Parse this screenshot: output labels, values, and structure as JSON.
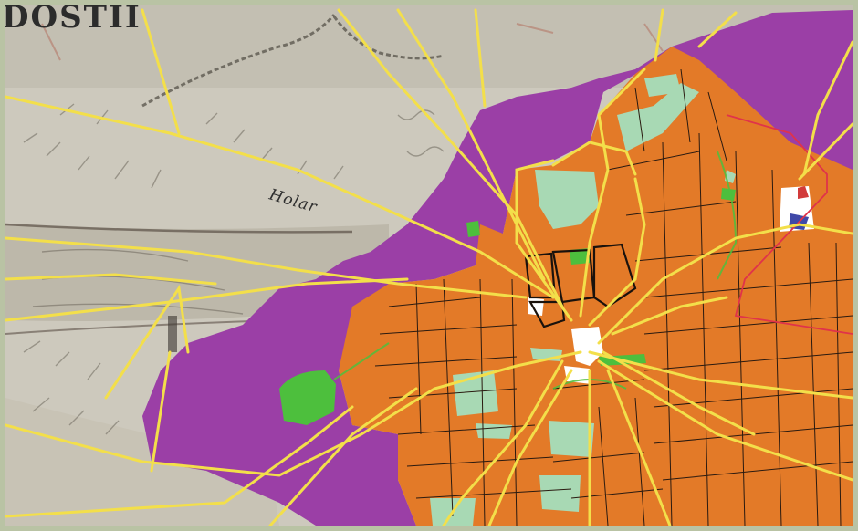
{
  "map": {
    "base_labels": [
      {
        "id": "title-fragment",
        "text": "DOSTII"
      },
      {
        "id": "place-fragment",
        "text": "Holar"
      }
    ],
    "land_use_colors": {
      "pasture": "#9b3fa6",
      "arable": "#e37a28",
      "meadow": "#a8d9b4",
      "woodland": "#4dbf3d",
      "built": "#ffffff",
      "roads": "#f3df4a",
      "boundary": "#e0334a",
      "parcel_edge": "#2a1a10",
      "old_map_paper": "#cdc9bd"
    }
  }
}
